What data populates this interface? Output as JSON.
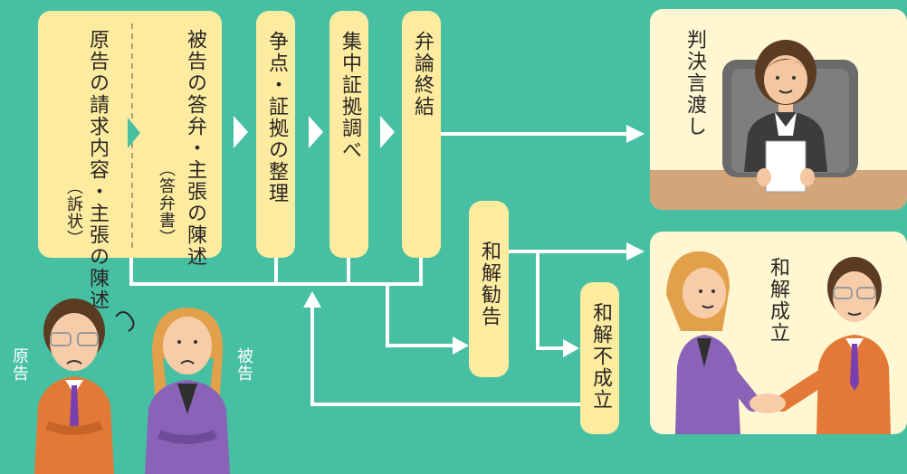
{
  "first_stage": {
    "plaintiff_statement": "原告の請求内容・主張の陳述",
    "plaintiff_doc": "（訴状）",
    "defendant_statement": "被告の答弁・主張の陳述",
    "defendant_doc": "（答弁書）"
  },
  "steps": {
    "issue_arrangement": "争点・証拠の整理",
    "evidence_examination": "集中証拠調べ",
    "conclusion_of_arguments": "弁論終結",
    "settlement_recommendation": "和解勧告",
    "settlement_failed": "和解不成立"
  },
  "outcomes": {
    "judgment": "判決言渡し",
    "settlement": "和解成立"
  },
  "people": {
    "plaintiff_label": "原告",
    "defendant_label": "被告"
  },
  "colors": {
    "background": "#46bfa3",
    "box": "#fdeca0",
    "panel": "#fff6d2",
    "connector": "#ffffff"
  }
}
